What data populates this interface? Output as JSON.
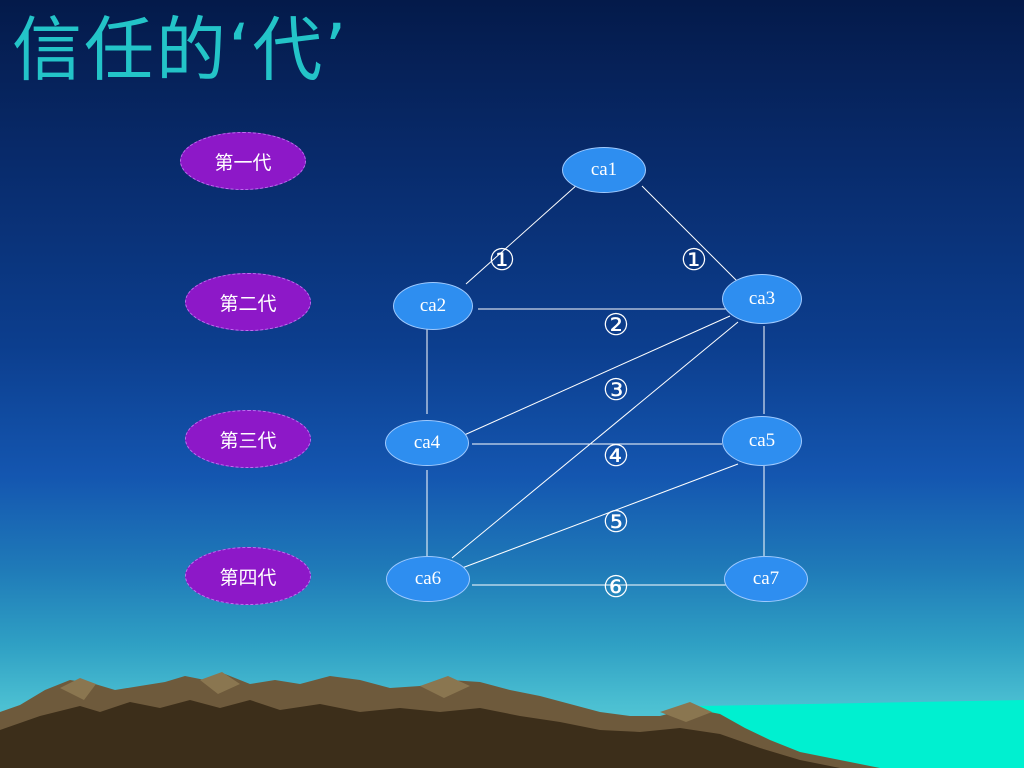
{
  "title": "信任的‘代’",
  "generations": [
    "第一代",
    "第二代",
    "第三代",
    "第四代"
  ],
  "nodes": {
    "ca1": "ca1",
    "ca2": "ca2",
    "ca3": "ca3",
    "ca4": "ca4",
    "ca5": "ca5",
    "ca6": "ca6",
    "ca7": "ca7"
  },
  "edges": [
    {
      "from": "ca1",
      "to": "ca2"
    },
    {
      "from": "ca1",
      "to": "ca3"
    },
    {
      "from": "ca2",
      "to": "ca3"
    },
    {
      "from": "ca2",
      "to": "ca4"
    },
    {
      "from": "ca3",
      "to": "ca5"
    },
    {
      "from": "ca3",
      "to": "ca4"
    },
    {
      "from": "ca3",
      "to": "ca6"
    },
    {
      "from": "ca4",
      "to": "ca5"
    },
    {
      "from": "ca4",
      "to": "ca6"
    },
    {
      "from": "ca5",
      "to": "ca6"
    },
    {
      "from": "ca5",
      "to": "ca7"
    },
    {
      "from": "ca6",
      "to": "ca7"
    }
  ],
  "edge_labels": {
    "l1a": "①",
    "l1b": "①",
    "l2": "②",
    "l3": "③",
    "l4": "④",
    "l5": "⑤",
    "l6": "⑥"
  },
  "colors": {
    "title": "#23c4c8",
    "generation_oval": "#8d18c8",
    "ca_node": "#2e8ef0",
    "edge": "#ffffff"
  }
}
